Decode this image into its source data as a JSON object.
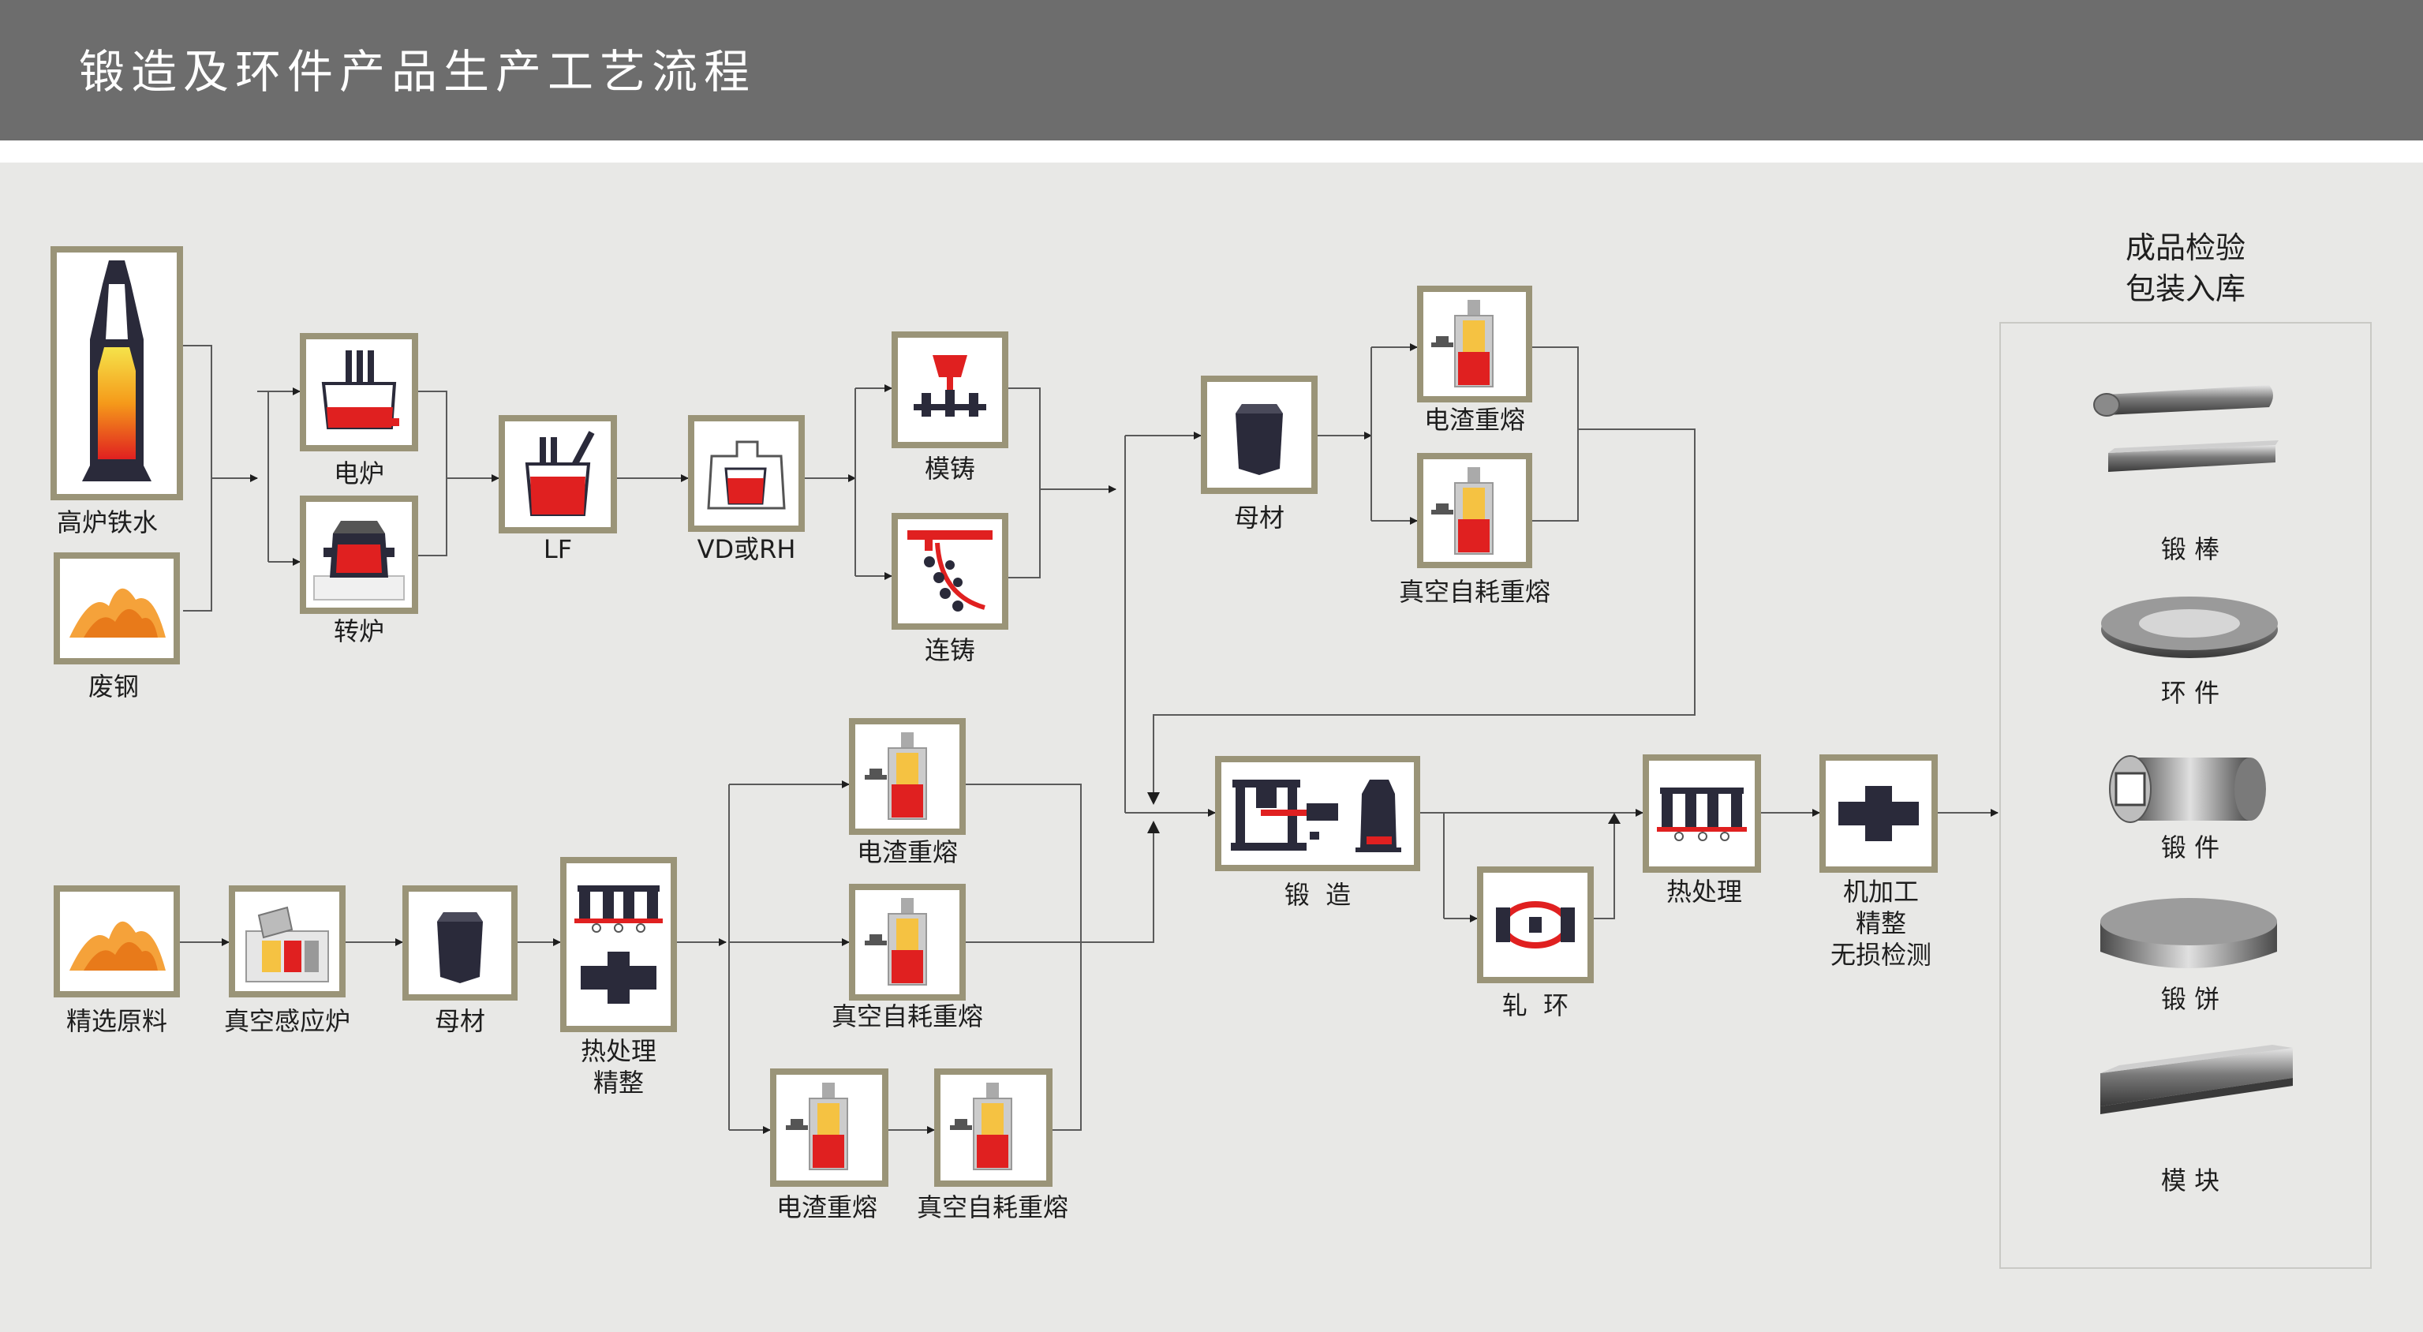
{
  "header": {
    "title": "锻造及环件产品生产工艺流程"
  },
  "colors": {
    "header_bg": "#6d6d6d",
    "canvas_bg": "#e8e8e6",
    "box_border": "#9a9478",
    "line": "#5a5a5a",
    "accent_red": "#e02020",
    "dark_icon": "#2a2a3a"
  },
  "flow": {
    "blast_furnace": "高炉铁水",
    "scrap": "废钢",
    "electric_furnace": "电炉",
    "converter": "转炉",
    "lf": "LF",
    "vd_rh": "VD或RH",
    "ingot_casting": "模铸",
    "continuous_casting": "连铸",
    "base_material_top": "母材",
    "esr_top": "电渣重熔",
    "var_top": "真空自耗重熔",
    "refined_raw": "精选原料",
    "vim": "真空感应炉",
    "base_material_bottom": "母材",
    "heat_treat_finish": "热处理\n精整",
    "esr_mid": "电渣重熔",
    "var_mid": "真空自耗重熔",
    "esr_bottom": "电渣重熔",
    "var_bottom": "真空自耗重熔",
    "forging": "锻  造",
    "ring_rolling": "轧  环",
    "heat_treatment": "热处理",
    "machining": "机加工\n精整\n无损检测"
  },
  "products": {
    "header": "成品检验\n包装入库",
    "items": [
      "锻 棒",
      "环 件",
      "锻 件",
      "锻 饼",
      "模 块"
    ]
  }
}
